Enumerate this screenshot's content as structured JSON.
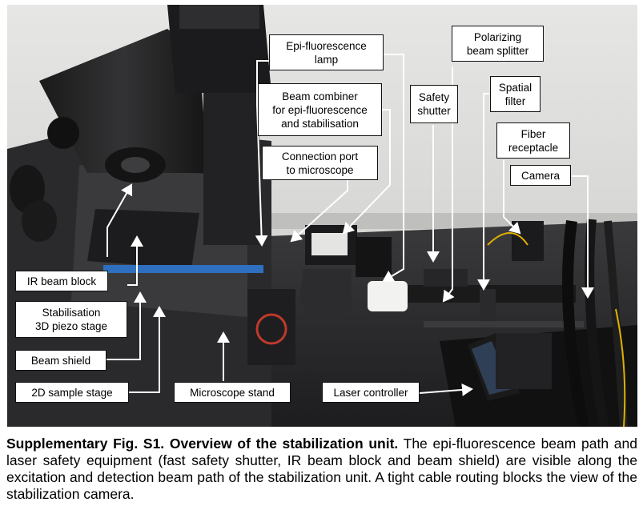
{
  "labels": {
    "epi_lamp": "Epi-fluorescence\nlamp",
    "beam_combiner": "Beam combiner\nfor epi-fluorescence\nand stabilisation",
    "connection_port": "Connection port\nto microscope",
    "safety_shutter": "Safety\nshutter",
    "polarizing_splitter": "Polarizing\nbeam splitter",
    "spatial_filter": "Spatial\nfilter",
    "fiber_receptacle": "Fiber\nreceptacle",
    "camera": "Camera",
    "ir_beam_block": "IR beam block",
    "stab_stage": "Stabilisation\n3D piezo stage",
    "beam_shield": "Beam shield",
    "sample_stage": "2D sample stage",
    "microscope_stand": "Microscope stand",
    "laser_controller": "Laser controller"
  },
  "caption": {
    "title": "Supplementary Fig. S1. Overview of the stabilization unit.",
    "body": " The epi-fluorescence beam path and laser safety equipment (fast safety shutter, IR beam block and beam shield) are visible along the excitation and detection beam path of the stabilization unit. A tight cable routing blocks the view of the stabilization camera."
  },
  "colors": {
    "arrow": "#ffffff",
    "label_border": "#111111",
    "table": "#2b2b2d",
    "wall": "#d8d8d6"
  }
}
